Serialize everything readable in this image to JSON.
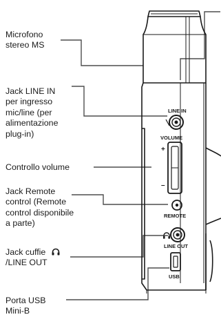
{
  "callouts": {
    "mic": {
      "lines": [
        "Microfono",
        "stereo MS"
      ]
    },
    "line_in_jack": {
      "lines": [
        "Jack LINE IN",
        "per ingresso",
        "mic/line (per",
        "alimentazione",
        "plug-in)"
      ]
    },
    "volume_control": {
      "lines": [
        "Controllo volume"
      ]
    },
    "remote_jack": {
      "lines": [
        "Jack Remote",
        "control  (Remote",
        "control disponibile",
        "a parte)"
      ]
    },
    "headphone_jack": {
      "lines": [
        "Jack cuffie",
        "/LINE OUT"
      ],
      "icon": "headphones-icon"
    },
    "usb_port": {
      "lines": [
        "Porta USB",
        "Mini-B"
      ]
    }
  },
  "device_markings": {
    "line_in": "LINE IN",
    "volume": "VOLUME",
    "plus": "+",
    "minus": "–",
    "remote": "REMOTE",
    "line_out": "LINE OUT",
    "usb": "USB"
  }
}
